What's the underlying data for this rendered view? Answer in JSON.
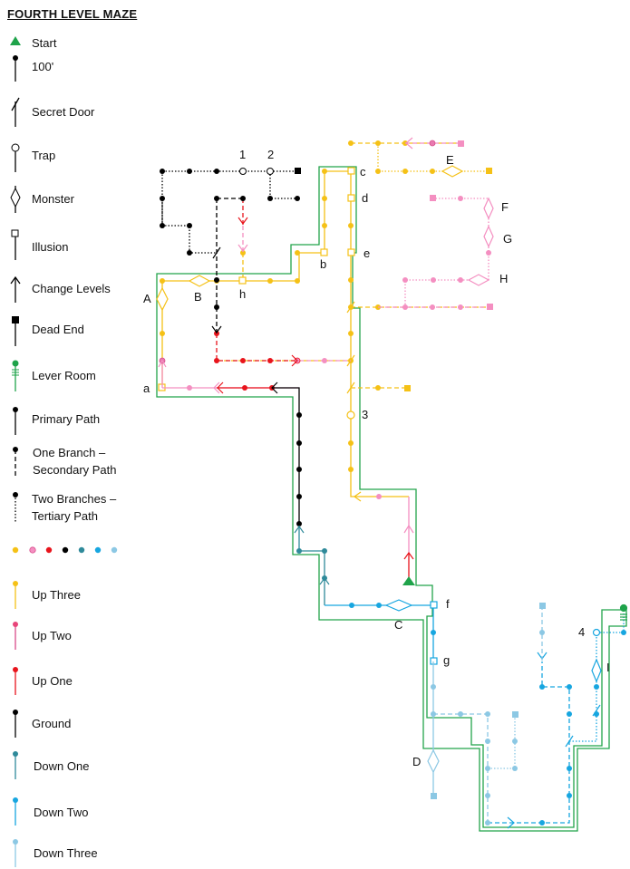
{
  "title": "FOURTH LEVEL MAZE",
  "legend": {
    "start": "Start",
    "distance": "100'",
    "secret_door": "Secret Door",
    "trap": "Trap",
    "monster": "Monster",
    "illusion": "Illusion",
    "change_levels": "Change Levels",
    "dead_end": "Dead End",
    "lever_room": "Lever Room",
    "primary_path": "Primary Path",
    "secondary_path": "One Branch –\nSecondary Path",
    "secondary_path_line1": "One Branch –",
    "secondary_path_line2": "Secondary Path",
    "tertiary_path_line1": "Two Branches –",
    "tertiary_path_line2": "Tertiary Path",
    "up_three": "Up Three",
    "up_two": "Up Two",
    "up_one": "Up One",
    "ground": "Ground",
    "down_one": "Down One",
    "down_two": "Down Two",
    "down_three": "Down Three"
  },
  "colors": {
    "up_three": "#f5c116",
    "up_two": "#f48fc1",
    "up_one": "#e8141c",
    "ground": "#000000",
    "down_one": "#2f8a9a",
    "down_two": "#17a6e0",
    "down_three": "#8cc8e4",
    "outline": "#22a34a",
    "start": "#1fa34a"
  },
  "maze_labels": {
    "A": "A",
    "B": "B",
    "C": "C",
    "D": "D",
    "E": "E",
    "F": "F",
    "G": "G",
    "H": "H",
    "I": "I",
    "a": "a",
    "b": "b",
    "c": "c",
    "d": "d",
    "e": "e",
    "f": "f",
    "g": "g",
    "h": "h",
    "n1": "1",
    "n2": "2",
    "n3": "3",
    "n4": "4"
  }
}
